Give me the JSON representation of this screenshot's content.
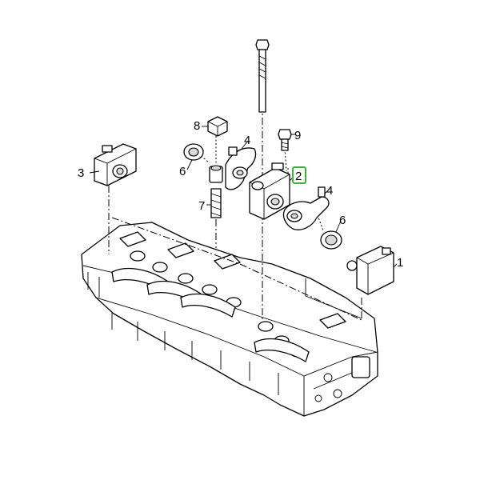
{
  "callouts": [
    {
      "id": "1",
      "label": "1"
    },
    {
      "id": "2",
      "label": "2",
      "highlighted": true
    },
    {
      "id": "3",
      "label": "3"
    },
    {
      "id": "4a",
      "label": "4"
    },
    {
      "id": "4b",
      "label": "4"
    },
    {
      "id": "6a",
      "label": "6"
    },
    {
      "id": "6b",
      "label": "6"
    },
    {
      "id": "7",
      "label": "7"
    },
    {
      "id": "8",
      "label": "8"
    },
    {
      "id": "9",
      "label": "9"
    }
  ],
  "colors": {
    "highlight": "#3cb43c",
    "line": "#000000",
    "shade": "#d9d9d9",
    "background": "#ffffff"
  }
}
